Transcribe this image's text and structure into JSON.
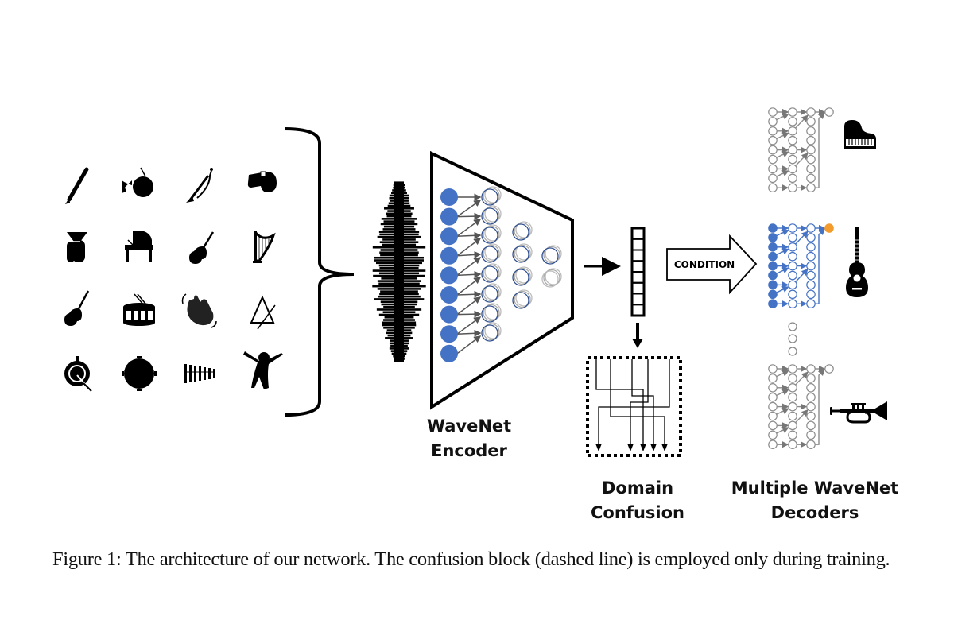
{
  "figure": {
    "input_instruments": [
      [
        "clarinet-icon",
        "french-horn-icon",
        "cornet-icon",
        "whistle-icon"
      ],
      [
        "tuba-icon",
        "grand-piano-icon",
        "violin-icon",
        "harp-icon"
      ],
      [
        "viola-icon",
        "snare-drum-icon",
        "clapping-hands-icon",
        "triangle-icon"
      ],
      [
        "bass-drum-icon",
        "tambourine-icon",
        "xylophone-icon",
        "conductor-icon"
      ]
    ],
    "encoder": {
      "label_line1": "WaveNet",
      "label_line2": "Encoder",
      "input_nodes": 9,
      "layer_nodes": [
        8,
        4,
        2
      ]
    },
    "latent_vector_cells": 8,
    "condition_label": "CONDITION",
    "domain_confusion": {
      "label_line1": "Domain",
      "label_line2": "Confusion"
    },
    "decoders": {
      "label_line1": "Multiple WaveNet",
      "label_line2": "Decoders",
      "instruments": [
        "piano-icon",
        "guitar-icon",
        "trumpet-icon"
      ],
      "active_index": 1
    },
    "colors": {
      "node_blue": "#4472C4",
      "output_orange": "#F39C2D",
      "inactive_gray": "#8C8C8C",
      "ink": "#000000"
    }
  },
  "caption": "Figure 1: The architecture of our network.  The confusion block (dashed line) is employed only during training."
}
